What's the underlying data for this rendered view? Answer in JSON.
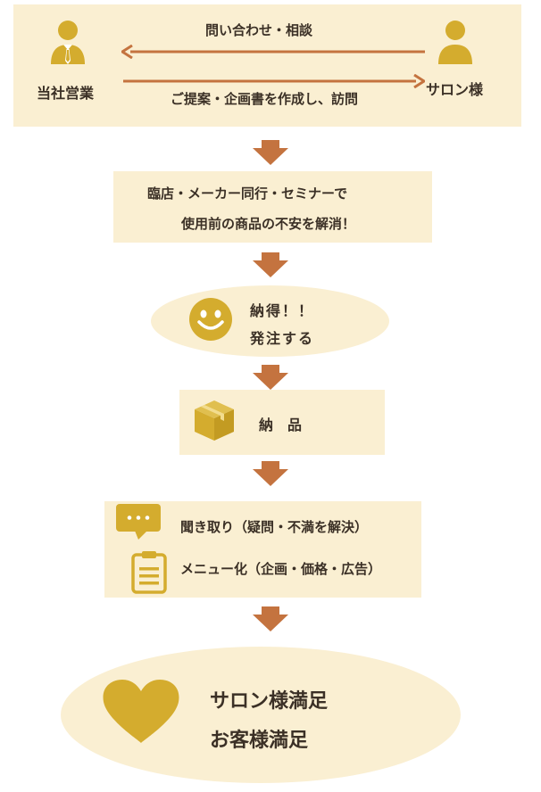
{
  "colors": {
    "box_bg": "#faefd2",
    "icon_gold": "#d4ac2e",
    "arrow_brown": "#c4733f",
    "text_dark": "#3b3026"
  },
  "icons": {
    "company_sales": "person-suit-icon",
    "salon": "person-icon",
    "smile": "smile-icon",
    "box": "package-box-icon",
    "chat": "speech-bubble-icon",
    "clipboard": "clipboard-icon",
    "heart": "heart-icon"
  },
  "step1": {
    "left_label": "当社営業",
    "right_label": "サロン様",
    "top_arrow_text": "問い合わせ・相談",
    "bottom_arrow_text": "ご提案・企画書を作成し、訪問"
  },
  "step2": {
    "line1": "臨店・メーカー同行・セミナーで",
    "line2": "使用前の商品の不安を解消！"
  },
  "step3": {
    "line1": "納得！！",
    "line2": "発注する"
  },
  "step4": {
    "label": "納　品"
  },
  "step5": {
    "line1": "聞き取り（疑問・不満を解決）",
    "line2": "メニュー化（企画・価格・広告）"
  },
  "step6": {
    "line1": "サロン様満足",
    "line2": "お客様満足"
  }
}
